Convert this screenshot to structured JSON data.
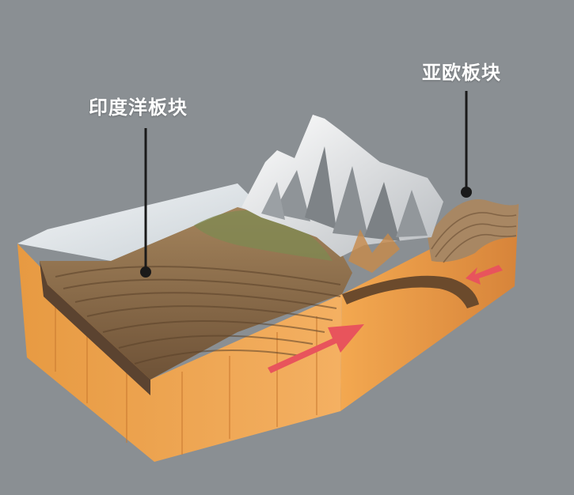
{
  "labels": {
    "indian_plate": "印度洋板块",
    "eurasian_plate": "亚欧板块"
  },
  "colors": {
    "background": "#8a8f93",
    "crust_orange": "#f0a24a",
    "rock_brown": "#8a6a48",
    "vegetation": "#7d8a52",
    "snow": "#eef0f2",
    "arrow": "#e8545c",
    "pointer": "#1a1a1a"
  },
  "icons": [
    "indian-plate-pointer",
    "eurasian-plate-pointer",
    "plate-motion-arrow-left",
    "plate-motion-arrow-right",
    "himalaya-mountains"
  ]
}
